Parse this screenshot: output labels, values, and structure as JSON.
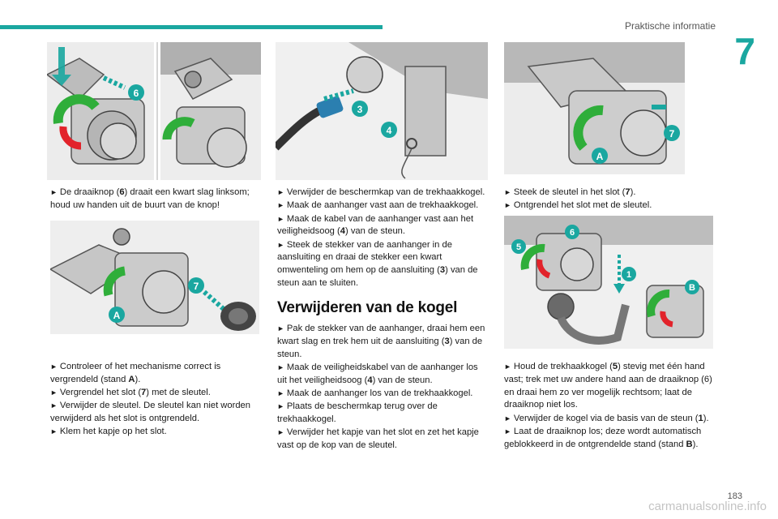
{
  "header": {
    "section": "Praktische informatie",
    "chapter": "7"
  },
  "footer": {
    "page": "183",
    "watermark": "carmanualsonline.info"
  },
  "figures": {
    "f1": {
      "callouts": [
        "6"
      ]
    },
    "f3": {
      "callouts": [
        "3",
        "4"
      ]
    },
    "f4": {
      "callouts": [
        "7",
        "A"
      ]
    },
    "f5": {
      "callouts": [
        "7",
        "A"
      ]
    },
    "f6": {
      "callouts": [
        "6",
        "5",
        "1",
        "B"
      ]
    }
  },
  "col1": {
    "block1": [
      {
        "a": "De draaiknop (",
        "n": "6",
        "b": ") draait een kwart slag linksom; houd uw handen uit de buurt van de knop!"
      }
    ],
    "block2": [
      {
        "a": "Controleer of het mechanisme correct is vergrendeld (stand ",
        "n": "A",
        "b": ")."
      },
      {
        "a": "Vergrendel het slot (",
        "n": "7",
        "b": ") met de sleutel."
      },
      {
        "a": "Verwijder de sleutel. De sleutel kan niet worden verwijderd als het slot is ontgrendeld.",
        "n": "",
        "b": ""
      },
      {
        "a": "Klem het kapje op het slot.",
        "n": "",
        "b": ""
      }
    ]
  },
  "col2": {
    "block1": [
      {
        "a": "Verwijder de beschermkap van de trekhaakkogel.",
        "n": "",
        "b": ""
      },
      {
        "a": "Maak de aanhanger vast aan de trekhaakkogel.",
        "n": "",
        "b": ""
      },
      {
        "a": "Maak de kabel van de aanhanger vast aan het veiligheidsoog (",
        "n": "4",
        "b": ") van de steun."
      },
      {
        "a": "Steek de stekker van de aanhanger in de aansluiting en draai de stekker een kwart omwenteling om hem op de aansluiting (",
        "n": "3",
        "b": ") van de steun aan te sluiten."
      }
    ],
    "heading": "Verwijderen van de kogel",
    "block2": [
      {
        "a": "Pak de stekker van de aanhanger, draai hem een kwart slag en trek hem uit de aansluiting (",
        "n": "3",
        "b": ") van de steun."
      },
      {
        "a": "Maak de veiligheidskabel van de aanhanger los uit het veiligheidsoog (",
        "n": "4",
        "b": ") van de steun."
      },
      {
        "a": "Maak de aanhanger los van de trekhaakkogel.",
        "n": "",
        "b": ""
      },
      {
        "a": "Plaats de beschermkap terug over de trekhaakkogel.",
        "n": "",
        "b": ""
      },
      {
        "a": "Verwijder het kapje van het slot en zet het kapje vast op de kop van de sleutel.",
        "n": "",
        "b": ""
      }
    ]
  },
  "col3": {
    "block1": [
      {
        "a": "Steek de sleutel in het slot (",
        "n": "7",
        "b": ")."
      },
      {
        "a": "Ontgrendel het slot met de sleutel.",
        "n": "",
        "b": ""
      }
    ],
    "block2": [
      {
        "a": "Houd de trekhaakkogel (",
        "n": "5",
        "b": ") stevig met één hand vast; trek met uw andere hand aan de draaiknop (6) en draai hem zo ver mogelijk rechtsom; laat de draaiknop niet los."
      },
      {
        "a": "Verwijder de kogel via de basis van de steun (",
        "n": "1",
        "b": ")."
      },
      {
        "a": "Laat de draaiknop los; deze wordt automatisch geblokkeerd in de ontgrendelde stand (stand ",
        "n": "B",
        "b": ")."
      }
    ]
  },
  "colors": {
    "accent": "#1aa7a0",
    "green": "#2fae3a",
    "red": "#e2232b",
    "metal": "#9a9a9a"
  }
}
